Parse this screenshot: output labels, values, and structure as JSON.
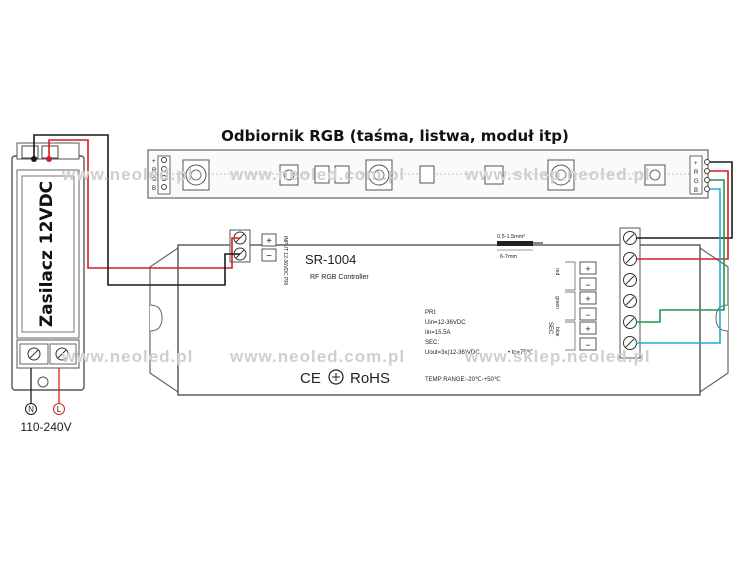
{
  "title": "Odbiornik RGB (taśma, listwa, moduł itp)",
  "watermarks": [
    "www.neoled.pl",
    "www.neoled.com.pl",
    "www.sklep.neoled.pl"
  ],
  "psu": {
    "label": "Zasilacz 12VDC",
    "ac_terminals": [
      "N",
      "L"
    ],
    "voltage": "110-240V"
  },
  "strip": {
    "pin_labels": [
      "+",
      "R",
      "G",
      "B"
    ]
  },
  "controller": {
    "model": "SR-1004",
    "subtitle": "RF RGB Controller",
    "input_label": "INPUT 12-36VDC PRI",
    "input_marks": [
      "+",
      "−"
    ],
    "specs": [
      "PRI:",
      "Uin=12-36VDC",
      "Iin=15.5A",
      "SEC:",
      "Uout=3x(12-36)VDC"
    ],
    "tc": "• tc=75℃",
    "temp_range": "TEMP RANGE:-20℃-+50℃",
    "cert": {
      "ce": "CE",
      "rohs": "RoHS"
    },
    "wire_spec": {
      "gauge": "0.5-1.5mm²",
      "strip": "6-7mm"
    },
    "sec_label": "SEC",
    "channels": [
      "red",
      "green",
      "blue"
    ],
    "channel_marks": [
      "+",
      "−"
    ]
  },
  "colors": {
    "wire_red": "#d42020",
    "wire_black": "#1a1a1a",
    "wire_green": "#1f9a4a",
    "wire_blue": "#2aa6d8",
    "outline": "#555555"
  }
}
